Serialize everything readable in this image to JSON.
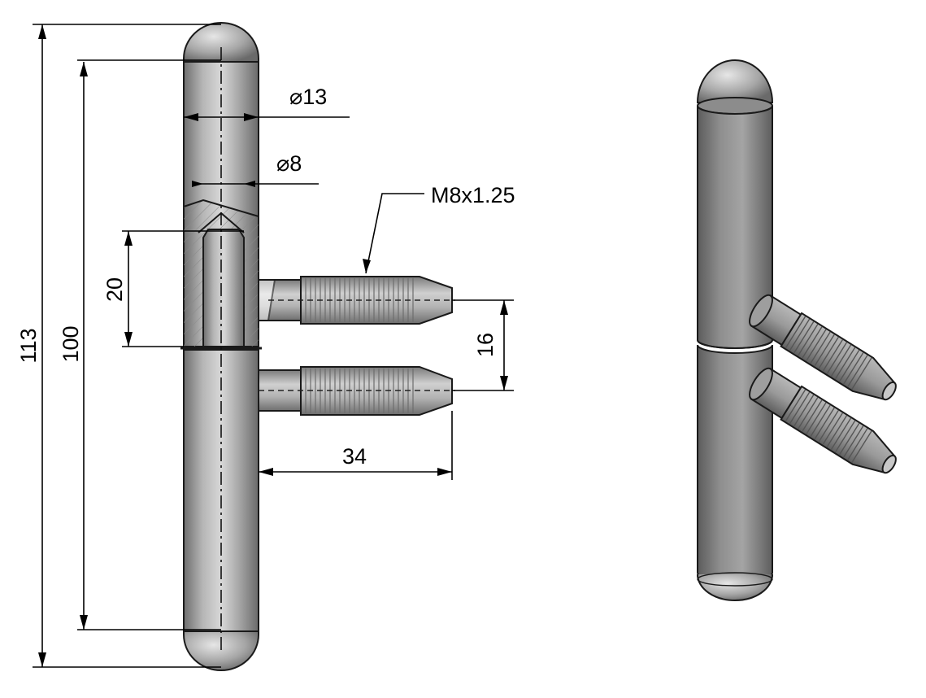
{
  "title": "",
  "dimensions": {
    "overall_length": "113",
    "body_length": "100",
    "outer_diameter": "13",
    "inner_diameter": "8",
    "thread_spec": "M8x1.25",
    "bore_depth": "20",
    "pin_spacing": "16",
    "pin_length": "34"
  },
  "symbols": {
    "diameter": "⌀"
  },
  "colors": {
    "metal_light": "#c9c9c9",
    "metal_mid": "#9a9a9a",
    "metal_dark": "#6a6a6a",
    "line": "#000000"
  }
}
